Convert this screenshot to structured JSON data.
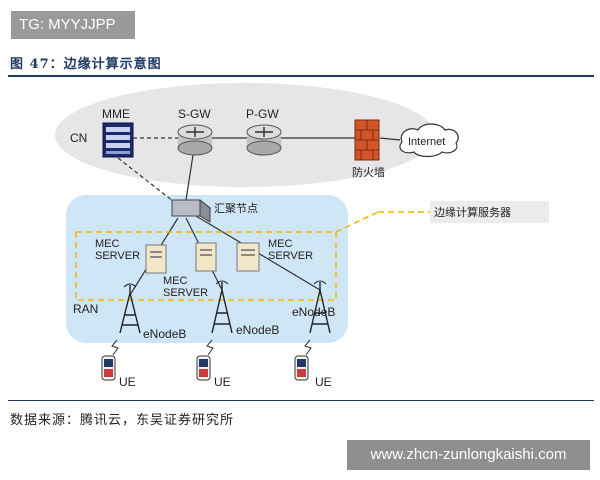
{
  "watermark_tag": "TG: MYYJJPP",
  "figure_title": "图 47：边缘计算示意图",
  "nodes": {
    "cn": "CN",
    "mme": "MME",
    "sgw": "S-GW",
    "pgw": "P-GW",
    "firewall": "防火墙",
    "internet": "Internet",
    "aggregation": "汇聚节点",
    "edge_callout": "边缘计算服务器",
    "mec1": "MEC\nSERVER",
    "mec2": "MEC\nSERVER",
    "mec3": "MEC\nSERVER",
    "ran": "RAN",
    "enodeb1": "eNodeB",
    "enodeb2": "eNodeB",
    "enodeb3": "eNodeB",
    "ue1": "UE",
    "ue2": "UE",
    "ue3": "UE"
  },
  "source": "数据来源：腾讯云，东吴证券研究所",
  "site_watermark": "www.zhcn-zunlongkaishi.com",
  "colors": {
    "title_blue": "#1f3a63",
    "cn_fill": "#e6e6e6",
    "ran_fill": "#cfe6f6",
    "callout_dash": "#f2b600"
  }
}
